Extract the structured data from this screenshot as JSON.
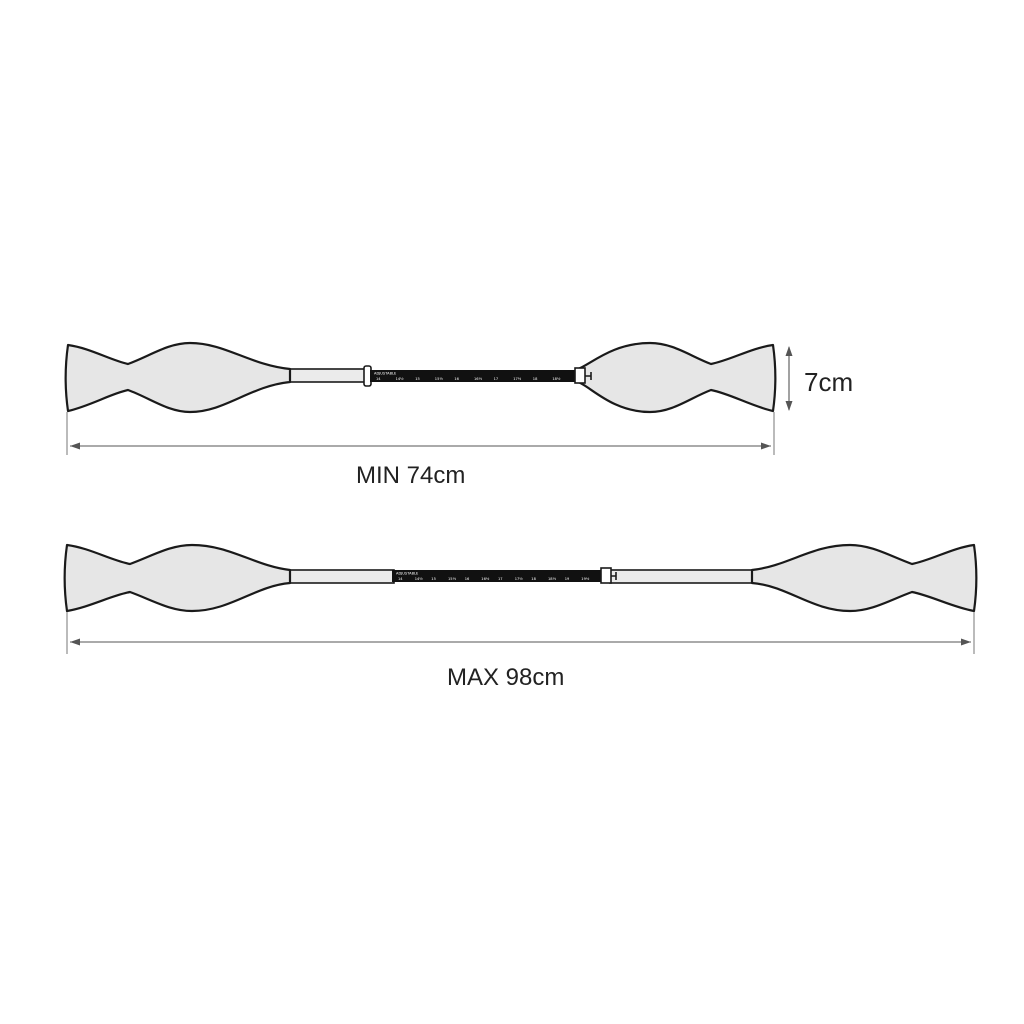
{
  "labels": {
    "min_length": "MIN 74cm",
    "max_length": "MAX 98cm",
    "height": "7cm"
  },
  "band_text": {
    "brand": "ADJUSTABLE",
    "sizes_short": [
      "14",
      "14½",
      "15",
      "15½",
      "16",
      "16½",
      "17",
      "17½",
      "18",
      "18½"
    ],
    "sizes_long": [
      "14",
      "14½",
      "15",
      "15½",
      "16",
      "16½",
      "17",
      "17½",
      "18",
      "18½",
      "19",
      "19½"
    ]
  },
  "colors": {
    "tie_fill": "#e6e6e6",
    "outline": "#1a1a1a",
    "band": "#111111",
    "dimension_line": "#555555"
  }
}
